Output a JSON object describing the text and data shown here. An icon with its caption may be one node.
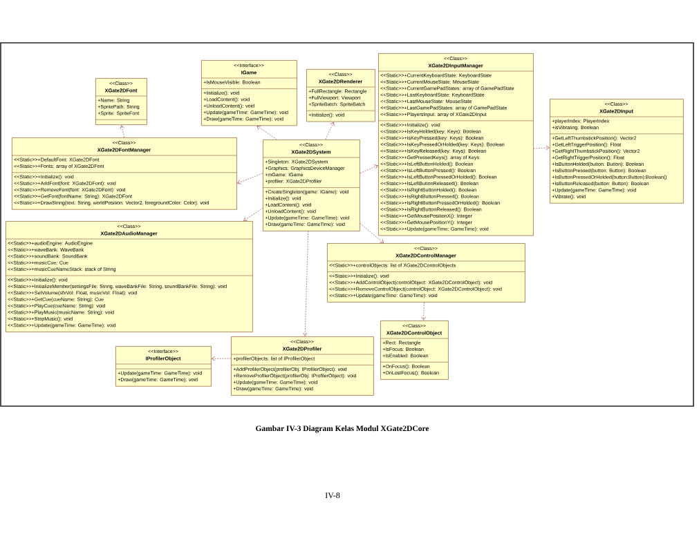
{
  "diagram": {
    "caption": "Gambar IV-3 Diagram Kelas Modul XGate2DCore",
    "nodes": [
      {
        "text": [
          "<<Class>>",
          "XGate2DFont",
          "+Name: String",
          "+SpritePath: String",
          "+Sprite: SpriteFont"
        ]
      },
      {
        "text": [
          "<<Interface>>",
          "IGame",
          "+IsMouseVisible: Boolean",
          "+Initialize(): void",
          "+LoadContent(): void",
          "+UnloadContent(): void",
          "+Update(gameTIme: GameTime): void",
          "+Draw(gameTime: GameTime): void"
        ]
      },
      {
        "text": [
          "<<Class>>",
          "XGate2DRenderer",
          "+FullRectangle: Rectangle",
          "+FullViewport: Viewport",
          "+SpriteBatch: SpriteBatch",
          "+Initialize(): void"
        ]
      },
      {
        "text": [
          "<<Class>>",
          "XGate2DInputManager",
          "<<Static>>+CurrentKeyboardState: KeyboardState",
          "<<Static>>+CurrentMouseState: MouseState",
          "<<Static>>+CurrentGamePadStates: array of GamePadState",
          "<<Static>>+LastKeyboardState: KeyboardState",
          "<<Static>>+LastMouseState: MouseState",
          "<<Static>>+LastGamePadStates: array of GamePadState",
          "<<Static>>+PlayersInput: array of XGate2DInput",
          "<<Static>>+Initialize(): void",
          "<<Static>>+IsKeyHolded(key: Keys): Boolean",
          "<<Static>>+IsKeyPressed(key: Keys): Boolean",
          "<<Static>>+IsKeyPressedOrHolded(key: Keys): Boolean",
          "<<Static>>+IsKeyReleased(key: Keys): Boolean",
          "<<Static>>+GetPressedKeys(): array of Keys",
          "<<Static>>+IsLeftButtonHolded(): Boolean",
          "<<Static>>+IsLeftButtonPressed(): Boolean",
          "<<Static>>+IsLeftButtonPressedOrHolded(): Boolean",
          "<<Static>>+IsLeftButtonReleased(): Boolean",
          "<<Static>>+IsRightButtonHolded(): Boolean",
          "<<Static>>+IsRightButtonPressed(): Boolean",
          "<<Static>>+IsRightButtonPressedOrHolded(): Boolean",
          "<<Static>>+IsRightButtonReleased(): Boolean",
          "<<Static>>+GetMousePositionX(): Integer",
          "<<Static>>+GetMousePositionY(): Integer",
          "<<Static>>+Update(gameTime: GameTime): void"
        ]
      },
      {
        "text": [
          "<<Class>>",
          "XGate2DInput",
          "+playerIndex: PlayerIndex",
          "+isVibrating: Boolean",
          "+GetLeftThumbstickPosition(): Vector2",
          "+GetLeftTriggerPosition(): Float",
          "+GetRightThumbstickPosition(): Vector2",
          "+GetRightTriggerPosition(): Float",
          "+IsButtonHolded(button: Button): Boolean",
          "+IsButtonPressed(button: Button): Boolean",
          "+IsButtonPressedOrHolded(button:Button):Boolean()",
          "+IsButtonReleased(button: Button): Boolean",
          "+Update(gameTime: GameTime): void",
          "+Vibrate(): void"
        ]
      },
      {
        "text": [
          "<<Class>>",
          "XGate2DFontManager",
          "<<Static>>+DefaultFont: XGate2DFont",
          "<<Static>>+Fonts: array of XGate2DFont",
          "<<Static>>+Initialize(): void",
          "<<Static>>+AddFont(font: XGate2DFont): void",
          "<<Static>>+RemoveFont(font: XGate2DFont): void",
          "<<Static>>+GetFont(fontName: String): XGate2DFont",
          "<<Static>>+DrawString(text: String, worldPosition: Vector2, foregroundColor: Color): void"
        ]
      },
      {
        "text": [
          "<<Class>>",
          "XGate2DSystem",
          "+Singleton: XGate2DSystem",
          "+Graphics: GraphicsDeviceManager",
          "+mGame: IGame",
          "+profiler: XGate2DProfiler",
          "+CreateSingleton(game: IGame): void",
          "+Initialize(): void",
          "+LoadContent(): void",
          "+UnloadContent(): void",
          "+Update(gameTime: GameTime): void",
          "+Draw(gameTime: GameTime): void"
        ]
      },
      {
        "text": [
          "<<Class>>",
          "XGate2DAudioManager",
          "<<Static>>+audioEngine: AudioEngine",
          "<<Static>>+waveBank: WaveBank",
          "<<Static>>+soundBank: SoundBank",
          "<<Static>>+musicCue: Cue",
          "<<Static>>+musicCueNameStack: stack of String",
          "<<Static>>+Initialize(): void",
          "<<Static>>+InitializeMember(settingsFile: String, waveBankFile: String, soundBankFile: String): void",
          "<<Static>>+SetVolume(sfxVol: Float, musicVol: Float): void",
          "<<Static>>+GetCue(cueName: String): Cue",
          "<<Static>>+PlayCue(cueName: String): void",
          "<<Static>>+PlayMusic(musicName: String): void",
          "<<Static>>+StopMusic(): void",
          "<<Static>>+Update(gameTime: GameTime): void"
        ]
      },
      {
        "text": [
          "<<Class>>",
          "XGate2DControlManager",
          "<<Static>>+controlObjects: list of XGate2DControlObjects",
          "<<Static>>+Initialize(): void",
          "<<Static>>+AddControlObject(controlObject: XGate2DControlObject): void",
          "<<Static>>+RemoveControlObject(controlObject: XGate2DControlObject): void",
          "<<Static>>+Update(gameTime: GameTime): void"
        ]
      },
      {
        "text": [
          "<<Interface>>",
          "IProfilerObject",
          "+Update(gameTime: GameTime): void",
          "+Draw(gameTime: GameTime): void"
        ]
      },
      {
        "text": [
          "<<Class>>",
          "XGate2DProfiler",
          "+profilerObjects: list of IProfilerObject",
          "+AddProfilerObject(profilerObj: IProfilerObject): void",
          "+RemoveProfilerObject(profilerObj: IProfilerObject): void",
          "+Update(gameTime: GameTime): void",
          "+Draw(gameTime: GameTime): void"
        ]
      },
      {
        "text": [
          "<<Class>>",
          "XGate2DControlObject",
          "+Rect: Rectangle",
          "+IsFocus: Boolean",
          "+IsEnabled: Boolean",
          "+OnFocus(): Boolean",
          "+OnLostFocus(): Boolean"
        ]
      }
    ],
    "edges": [
      {
        "from": 5,
        "to": 0,
        "arrow": "to",
        "style": "dashed"
      },
      {
        "from": 6,
        "to": 1,
        "arrow": "to",
        "style": "dashed"
      },
      {
        "from": 6,
        "to": 2,
        "arrow": "to",
        "style": "dashed"
      },
      {
        "from": 6,
        "to": 5,
        "arrow": "to",
        "style": "dashed"
      },
      {
        "from": 6,
        "to": 3,
        "arrow": "to",
        "style": "dashed"
      },
      {
        "from": 3,
        "to": 4,
        "arrow": "to",
        "style": "dashed"
      },
      {
        "from": 6,
        "to": 7,
        "arrow": "to",
        "style": "dashed"
      },
      {
        "from": 6,
        "to": 8,
        "arrow": "to",
        "style": "dashed"
      },
      {
        "from": 6,
        "to": 10,
        "arrow": "to",
        "style": "dashed"
      },
      {
        "from": 10,
        "to": 9,
        "arrow": "to",
        "style": "dashed"
      },
      {
        "from": 8,
        "to": 11,
        "arrow": "to",
        "style": "dashed"
      }
    ],
    "labels": [
      "IV-8"
    ]
  }
}
